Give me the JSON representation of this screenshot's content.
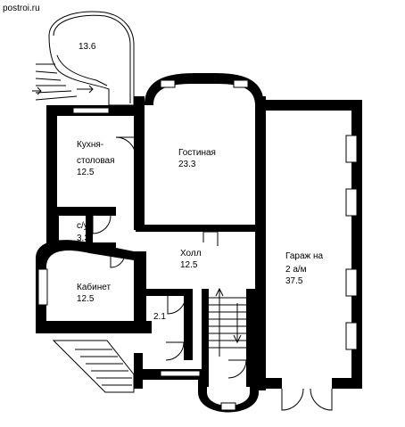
{
  "site": {
    "url": "postroi.ru"
  },
  "rooms": [
    {
      "id": "terrace",
      "lines": [
        "13.6"
      ]
    },
    {
      "id": "kitchen",
      "lines": [
        "Кухня-",
        "столовая",
        "12.5"
      ]
    },
    {
      "id": "living",
      "lines": [
        "Гостиная",
        "23.3"
      ]
    },
    {
      "id": "garage",
      "lines": [
        "Гараж на",
        "2 а/м",
        "37.5"
      ]
    },
    {
      "id": "wc",
      "lines": [
        "с/у",
        "3.3"
      ]
    },
    {
      "id": "hall",
      "lines": [
        "Холл",
        "12.5"
      ]
    },
    {
      "id": "study",
      "lines": [
        "Кабинет",
        "12.5"
      ]
    },
    {
      "id": "closet",
      "lines": [
        "2.1"
      ]
    }
  ],
  "colors": {
    "wall": "#000000",
    "background": "#ffffff"
  }
}
